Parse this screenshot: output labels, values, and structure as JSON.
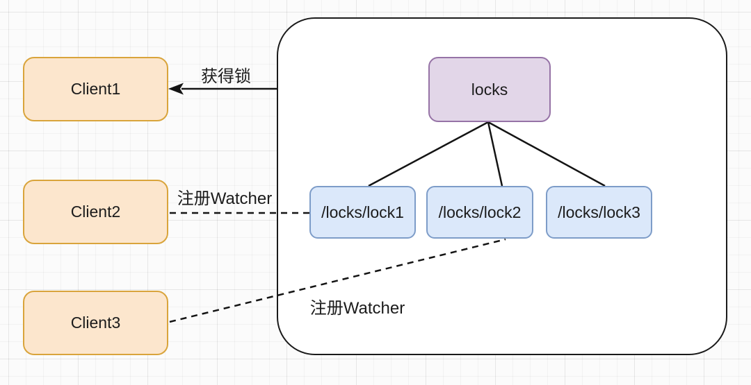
{
  "diagram": {
    "clients": [
      {
        "label": "Client1"
      },
      {
        "label": "Client2"
      },
      {
        "label": "Client3"
      }
    ],
    "root_node": {
      "label": "locks"
    },
    "lock_nodes": [
      {
        "label": "/locks/lock1"
      },
      {
        "label": "/locks/lock2"
      },
      {
        "label": "/locks/lock3"
      }
    ],
    "edge_labels": {
      "acquire_lock": "获得锁",
      "register_watcher_client2": "注册Watcher",
      "register_watcher_client3": "注册Watcher"
    }
  },
  "colors": {
    "client_fill": "#FCE6CD",
    "client_border": "#D9A43B",
    "root_fill": "#E2D6E8",
    "root_border": "#9673A6",
    "lock_fill": "#DBE8FA",
    "lock_border": "#7D9CC8",
    "line": "#141414",
    "container_border": "#1a1a1a"
  }
}
